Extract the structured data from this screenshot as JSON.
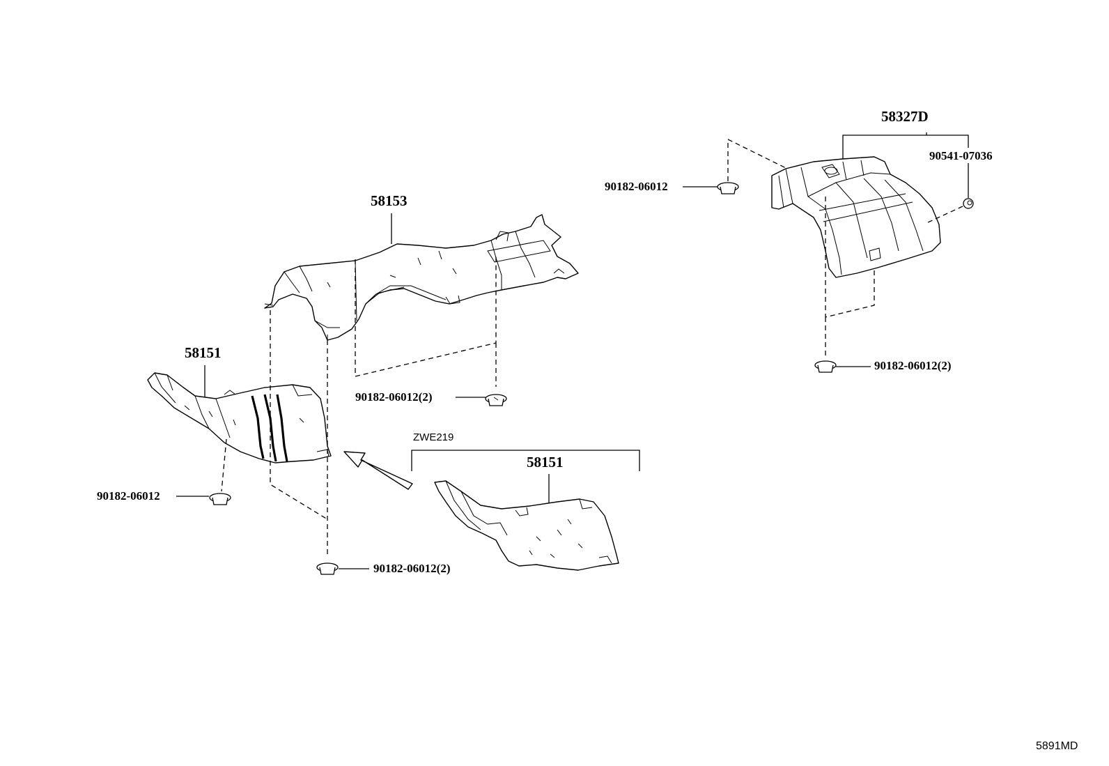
{
  "diagram": {
    "parts": {
      "center_insulator": "58153",
      "front_insulator": "58151",
      "front_insulator_variant": "58151",
      "rear_insulator": "58327D"
    },
    "fasteners": {
      "rear_left_clip": "90182-06012",
      "rear_right_nut": "90541-07036",
      "rear_bottom_clip": "90182-06012(2)",
      "center_clip": "90182-06012(2)",
      "front_left_clip": "90182-06012",
      "front_bottom_clip": "90182-06012(2)"
    },
    "variant_note": "ZWE219",
    "figure_code": "5891MD"
  }
}
